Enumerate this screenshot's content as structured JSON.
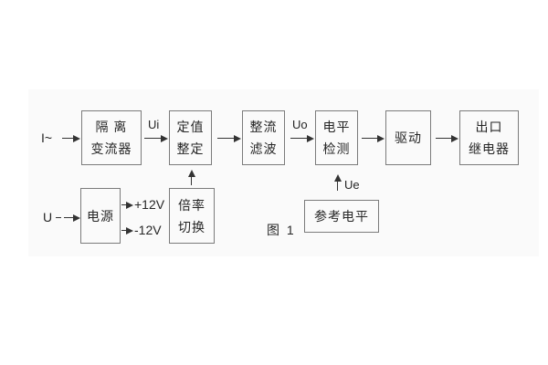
{
  "figure_caption": "图 1",
  "labels": {
    "input_current": "I~",
    "input_voltage": "U",
    "ui": "Ui",
    "uo": "Uo",
    "ue": "Ue",
    "rail_pos": "+12V",
    "rail_neg": "-12V"
  },
  "blocks": {
    "isolation": {
      "line1": "隔 离",
      "line2": "变流器"
    },
    "setting": {
      "line1": "定值",
      "line2": "整定"
    },
    "rectify": {
      "line1": "整流",
      "line2": "滤波"
    },
    "level": {
      "line1": "电平",
      "line2": "检测"
    },
    "drive": {
      "line1": "驱动"
    },
    "relay": {
      "line1": "出口",
      "line2": "继电器"
    },
    "power": {
      "line1": "电源"
    },
    "ratio": {
      "line1": "倍率",
      "line2": "切换"
    },
    "reference": {
      "line1": "参考电平"
    }
  },
  "colors": {
    "line": "#333333",
    "box_border": "#7b7b7b",
    "text": "#262626",
    "paper": "#fafafa",
    "background": "#ffffff"
  }
}
